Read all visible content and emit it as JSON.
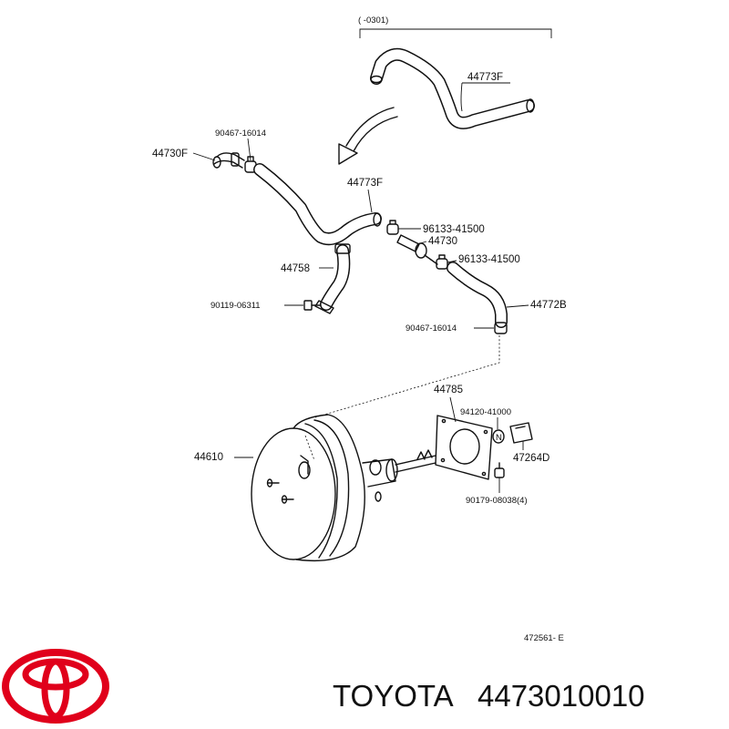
{
  "diagram": {
    "bracket_label": "(      -0301)",
    "code": "472561- E",
    "parts": {
      "hose_top": "44773F",
      "clip_top": "90467-16014",
      "joint_left": "44730F",
      "hose_mid": "44773F",
      "clip_upper": "96133-41500",
      "check_valve": "44730",
      "clip_lower": "96133-41500",
      "elbow": "44758",
      "bolt_small": "90119-06311",
      "hose_right": "44772B",
      "clip_right": "90467-16014",
      "gasket": "44785",
      "nut": "94120-41000",
      "booster": "44610",
      "bracket": "47264D",
      "nut_set": "90179-08038(4)"
    }
  },
  "brand": {
    "name": "TOYOTA",
    "part_number": "4473010010",
    "logo_color": "#e0001b"
  }
}
